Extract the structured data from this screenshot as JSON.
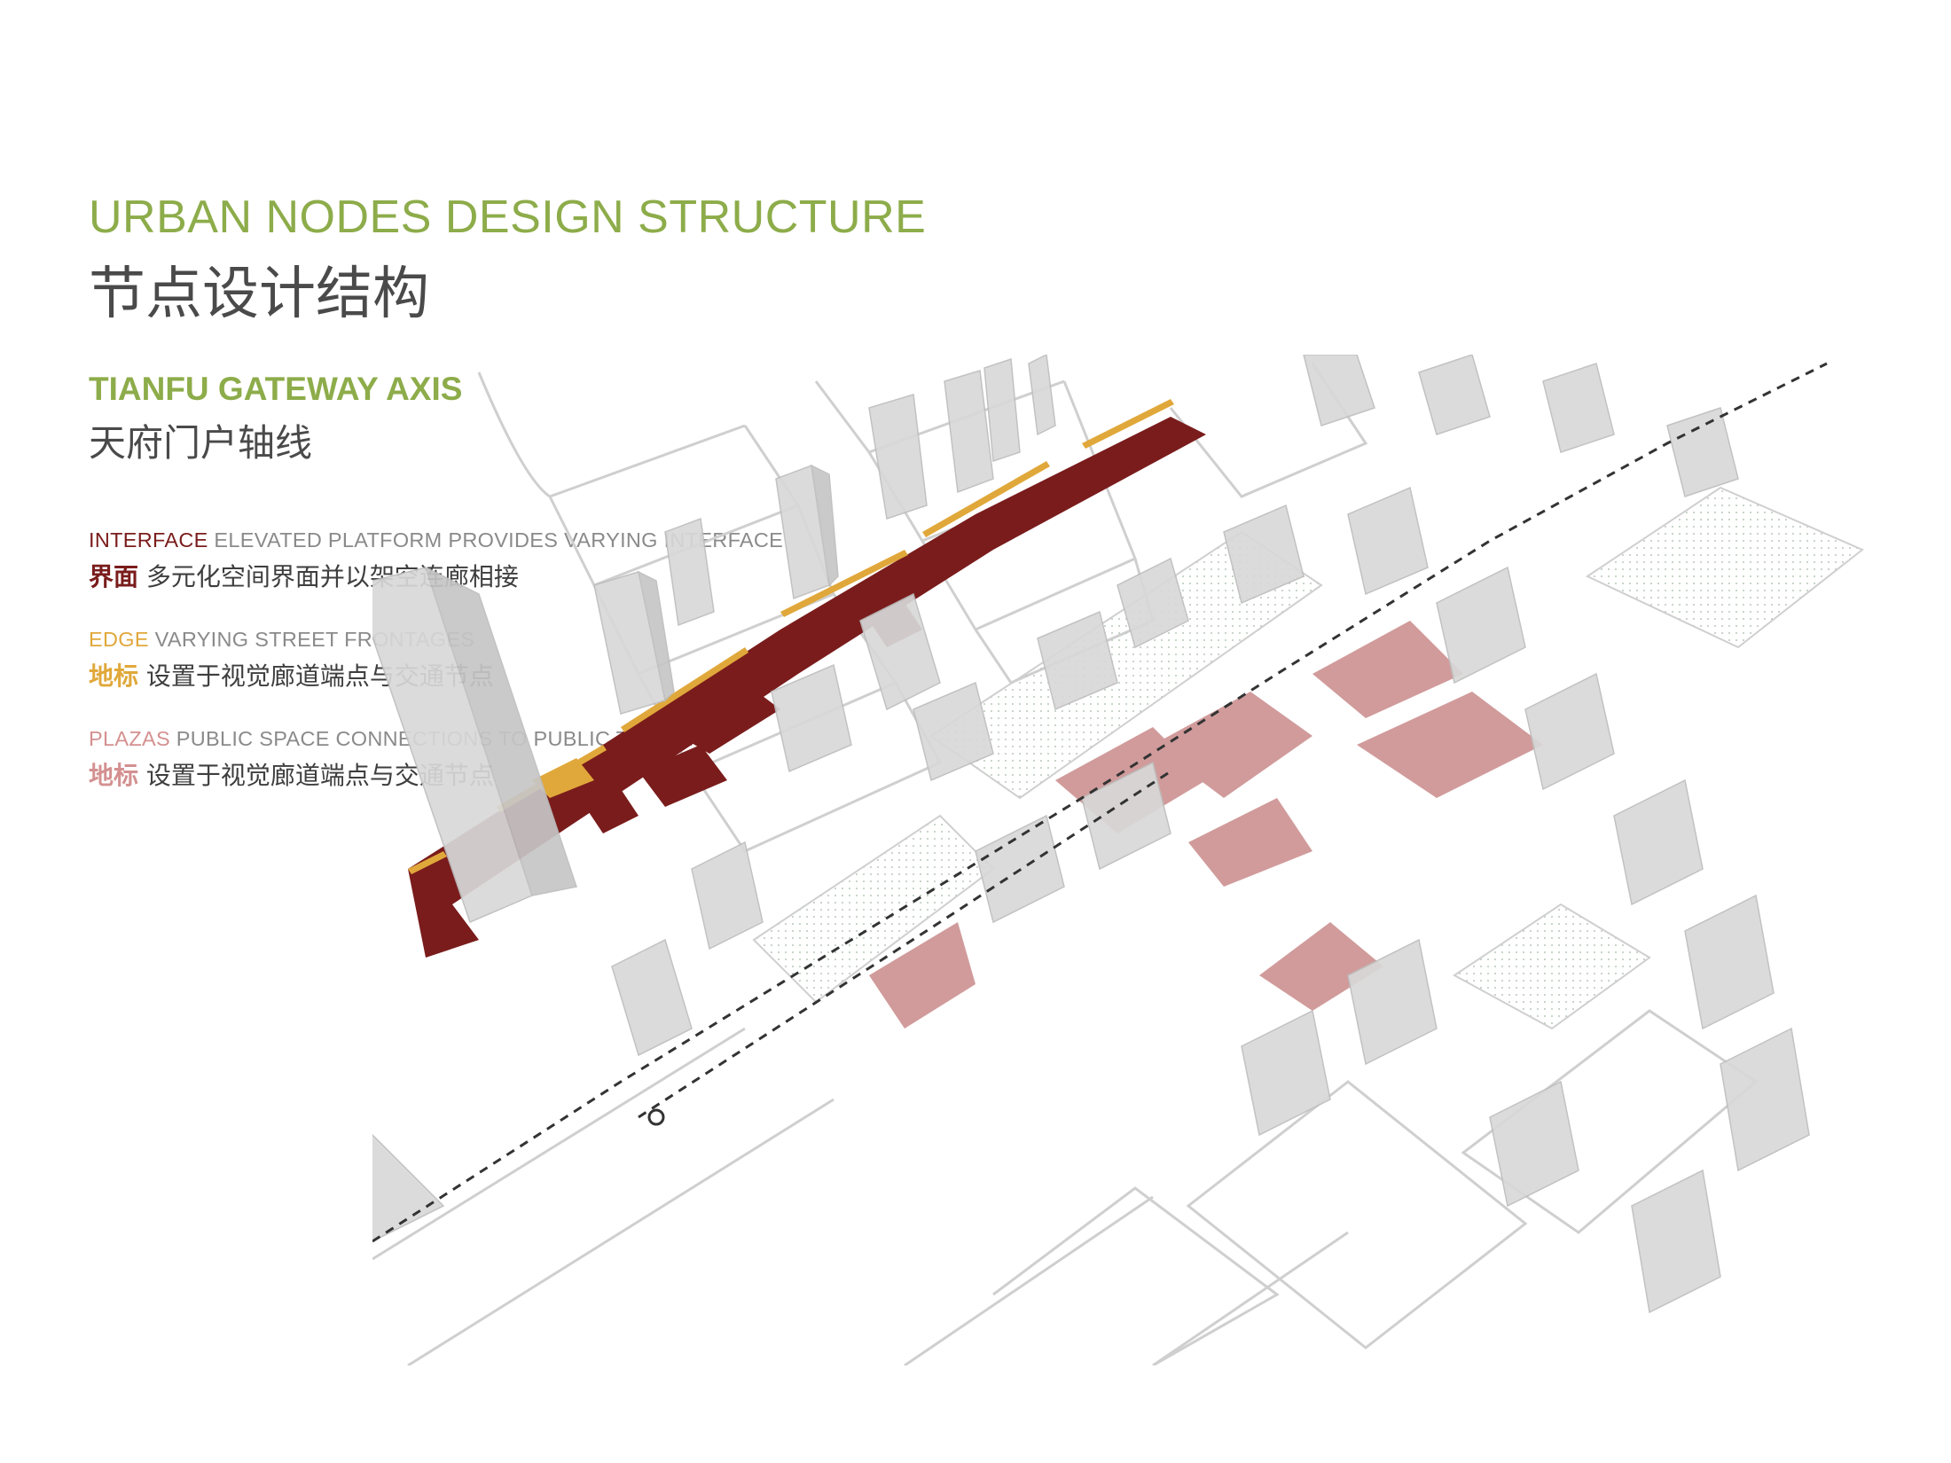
{
  "header": {
    "title_en": "URBAN NODES DESIGN STRUCTURE",
    "title_cn": "节点设计结构",
    "subtitle_en": "TIANFU GATEWAY AXIS",
    "subtitle_cn": "天府门户轴线"
  },
  "legend": [
    {
      "key_en": "INTERFACE",
      "text_en": "ELEVATED PLATFORM PROVIDES VARYING INTERFACE",
      "key_cn": "界面",
      "text_cn": "多元化空间界面并以架空连廊相接",
      "color": "#7a1c1c"
    },
    {
      "key_en": "EDGE",
      "text_en": "VARYING STREET FRONTAGES",
      "key_cn": "地标",
      "text_cn": "设置于视觉廊道端点与交通节点",
      "color": "#e0a83a"
    },
    {
      "key_en": "PLAZAS",
      "text_en": "PUBLIC SPACE CONNECTIONS TO PUBLIC TRANSIT",
      "key_cn": "地标",
      "text_cn": "设置于视觉廊道端点与交通节点",
      "color": "#d49090"
    }
  ],
  "colors": {
    "accent_green": "#8dac4a",
    "interface_red": "#7a1c1c",
    "edge_orange": "#e0a83a",
    "plaza_pink": "#c98a8a",
    "building_grey": "#d6d6d6"
  }
}
